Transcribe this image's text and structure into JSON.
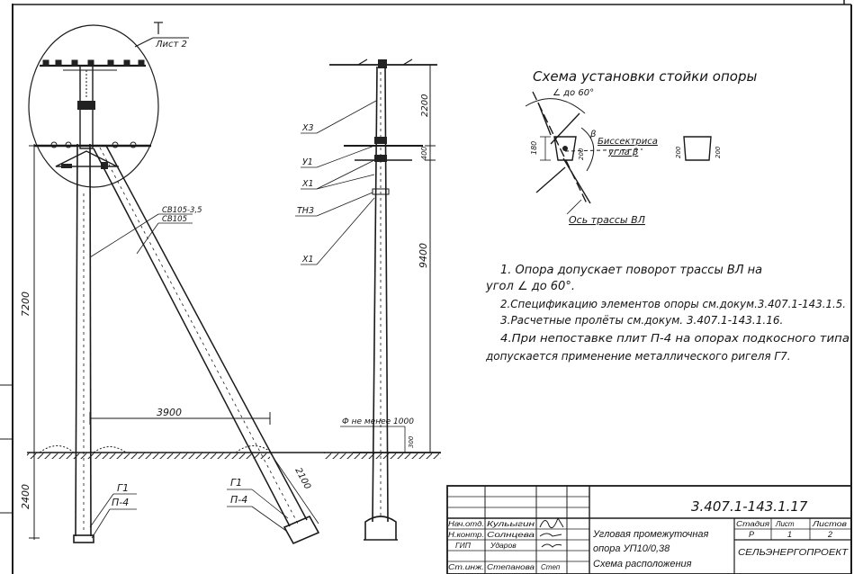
{
  "drawing": {
    "callout_sheet": "Лист 2",
    "callout_mark": "I",
    "front_view": {
      "brace_labels": [
        "СВ105-3,5",
        "СВ105"
      ],
      "height_main": "7200",
      "height_buried": "2400",
      "offset": "3900",
      "brace_length": "2100",
      "base_labels_left": [
        "Г1",
        "П-4"
      ],
      "base_labels_right": [
        "Г1",
        "П-4"
      ]
    },
    "side_view": {
      "labels": [
        "Х3",
        "У1",
        "Х1",
        "ТН3",
        "Х1"
      ],
      "dim_top": "2200",
      "dim_gap": "400",
      "dim_total": "9400",
      "dim_small": "300",
      "ground_note": "Ф не менее 1000"
    }
  },
  "scheme": {
    "title": "Схема установки стойки опоры",
    "angle_label": "∠ до 60°",
    "beta": "β",
    "bisector": "Биссектриса",
    "bisector2": "угла β",
    "route_axis": "Ось трассы ВЛ",
    "dim_180": "180",
    "dim_200_a": "200",
    "dim_200_b": "200"
  },
  "notes": [
    "1. Опора допускает поворот трассы ВЛ на",
    "угол ∠ до 60°.",
    "2.Спецификацию элементов опоры см.докум.3.407.1-143.1.5.",
    "3.Расчетные пролёты см.докум. 3.407.1-143.1.16.",
    "4.При непоставке плит П-4 на опорах подкосного типа",
    "допускается применение металлического ригеля Г7."
  ],
  "title_block": {
    "doc_code": "3.407.1-143.1.17",
    "roles": [
      "Нач.отд.",
      "Н.контр.",
      "ГИП",
      "Ст.инж."
    ],
    "names": [
      "Кульыгин",
      "Солнцева",
      "Ударов",
      "Степанова"
    ],
    "sig_text": "Степ",
    "desc": [
      "Угловая промежуточная",
      "опора УП10/0,38",
      "Схема расположения"
    ],
    "col_heads": [
      "Стадия",
      "Лист",
      "Листов"
    ],
    "col_vals": [
      "Р",
      "1",
      "2"
    ],
    "org": "СЕЛЬЭНЕРГОПРОЕКТ"
  }
}
